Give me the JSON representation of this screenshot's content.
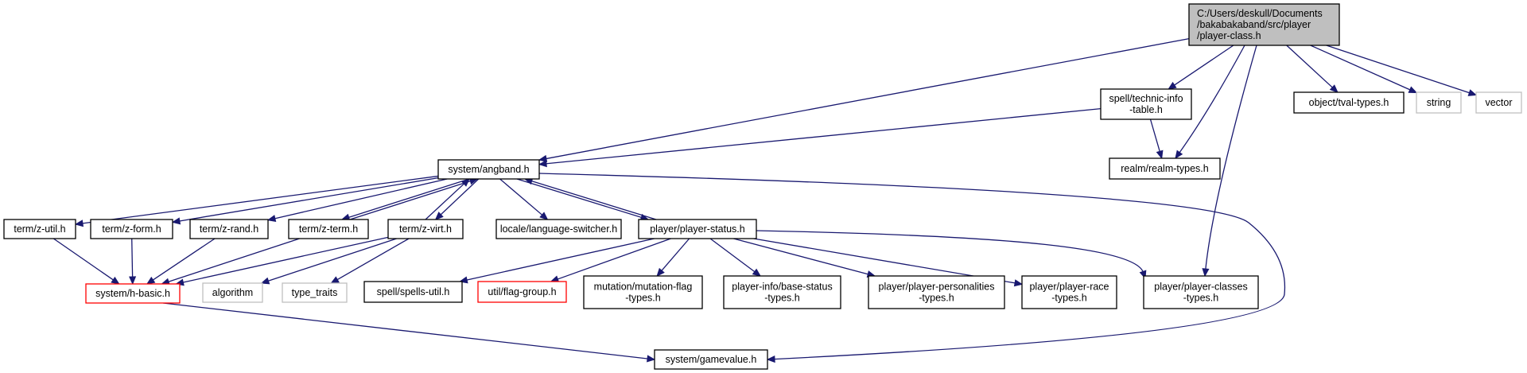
{
  "colors": {
    "edge": "#191970",
    "root_fill": "#bfbfbf",
    "normal_border": "#000000",
    "truncated_border": "#ff0000",
    "external_border": "#bfbfbf",
    "external_text": "#666666"
  },
  "nodes": [
    {
      "id": "player_class",
      "kind": "root",
      "lines": [
        "C:/Users/deskull/Documents",
        "/bakabakaband/src/player",
        "/player-class.h"
      ]
    },
    {
      "id": "technic_info",
      "kind": "normal",
      "lines": [
        "spell/technic-info",
        "-table.h"
      ]
    },
    {
      "id": "tval_types",
      "kind": "normal",
      "lines": [
        "object/tval-types.h"
      ]
    },
    {
      "id": "string",
      "kind": "external",
      "lines": [
        "string"
      ]
    },
    {
      "id": "vector",
      "kind": "external",
      "lines": [
        "vector"
      ]
    },
    {
      "id": "angband",
      "kind": "normal",
      "lines": [
        "system/angband.h"
      ]
    },
    {
      "id": "realm_types",
      "kind": "normal",
      "lines": [
        "realm/realm-types.h"
      ]
    },
    {
      "id": "z_util",
      "kind": "normal",
      "lines": [
        "term/z-util.h"
      ]
    },
    {
      "id": "z_form",
      "kind": "normal",
      "lines": [
        "term/z-form.h"
      ]
    },
    {
      "id": "z_rand",
      "kind": "normal",
      "lines": [
        "term/z-rand.h"
      ]
    },
    {
      "id": "z_term",
      "kind": "normal",
      "lines": [
        "term/z-term.h"
      ]
    },
    {
      "id": "z_virt",
      "kind": "normal",
      "lines": [
        "term/z-virt.h"
      ]
    },
    {
      "id": "language_switcher",
      "kind": "normal",
      "lines": [
        "locale/language-switcher.h"
      ]
    },
    {
      "id": "player_status",
      "kind": "normal",
      "lines": [
        "player/player-status.h"
      ]
    },
    {
      "id": "h_basic",
      "kind": "truncated",
      "lines": [
        "system/h-basic.h"
      ]
    },
    {
      "id": "algorithm",
      "kind": "external",
      "lines": [
        "algorithm"
      ]
    },
    {
      "id": "type_traits",
      "kind": "external",
      "lines": [
        "type_traits"
      ]
    },
    {
      "id": "spells_util",
      "kind": "normal",
      "lines": [
        "spell/spells-util.h"
      ]
    },
    {
      "id": "flag_group",
      "kind": "truncated",
      "lines": [
        "util/flag-group.h"
      ]
    },
    {
      "id": "mutation_flag",
      "kind": "normal",
      "lines": [
        "mutation/mutation-flag",
        "-types.h"
      ]
    },
    {
      "id": "base_status",
      "kind": "normal",
      "lines": [
        "player-info/base-status",
        "-types.h"
      ]
    },
    {
      "id": "personalities",
      "kind": "normal",
      "lines": [
        "player/player-personalities",
        "-types.h"
      ]
    },
    {
      "id": "race_types",
      "kind": "normal",
      "lines": [
        "player/player-race",
        "-types.h"
      ]
    },
    {
      "id": "classes_types",
      "kind": "normal",
      "lines": [
        "player/player-classes",
        "-types.h"
      ]
    },
    {
      "id": "gamevalue",
      "kind": "normal",
      "lines": [
        "system/gamevalue.h"
      ]
    }
  ],
  "edges": [
    [
      "player_class",
      "angband"
    ],
    [
      "player_class",
      "technic_info"
    ],
    [
      "player_class",
      "realm_types"
    ],
    [
      "player_class",
      "classes_types"
    ],
    [
      "player_class",
      "tval_types"
    ],
    [
      "player_class",
      "string"
    ],
    [
      "player_class",
      "vector"
    ],
    [
      "technic_info",
      "angband"
    ],
    [
      "technic_info",
      "realm_types"
    ],
    [
      "angband",
      "z_util"
    ],
    [
      "angband",
      "z_form"
    ],
    [
      "angband",
      "z_rand"
    ],
    [
      "angband",
      "z_term"
    ],
    [
      "angband",
      "z_virt"
    ],
    [
      "angband",
      "language_switcher"
    ],
    [
      "angband",
      "player_status"
    ],
    [
      "angband",
      "gamevalue"
    ],
    [
      "z_util",
      "h_basic"
    ],
    [
      "z_form",
      "h_basic"
    ],
    [
      "z_rand",
      "h_basic"
    ],
    [
      "z_term",
      "h_basic"
    ],
    [
      "z_term",
      "angband"
    ],
    [
      "z_virt",
      "h_basic"
    ],
    [
      "z_virt",
      "angband"
    ],
    [
      "z_virt",
      "algorithm"
    ],
    [
      "z_virt",
      "type_traits"
    ],
    [
      "player_status",
      "angband"
    ],
    [
      "player_status",
      "spells_util"
    ],
    [
      "player_status",
      "flag_group"
    ],
    [
      "player_status",
      "mutation_flag"
    ],
    [
      "player_status",
      "base_status"
    ],
    [
      "player_status",
      "personalities"
    ],
    [
      "player_status",
      "race_types"
    ],
    [
      "player_status",
      "classes_types"
    ],
    [
      "h_basic",
      "gamevalue"
    ]
  ]
}
